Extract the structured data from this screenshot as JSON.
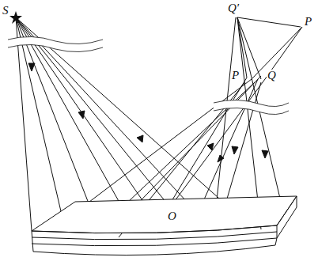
{
  "diagram": {
    "labels": [
      "S",
      "Q′",
      "P",
      "P",
      "Q",
      "O"
    ]
  }
}
